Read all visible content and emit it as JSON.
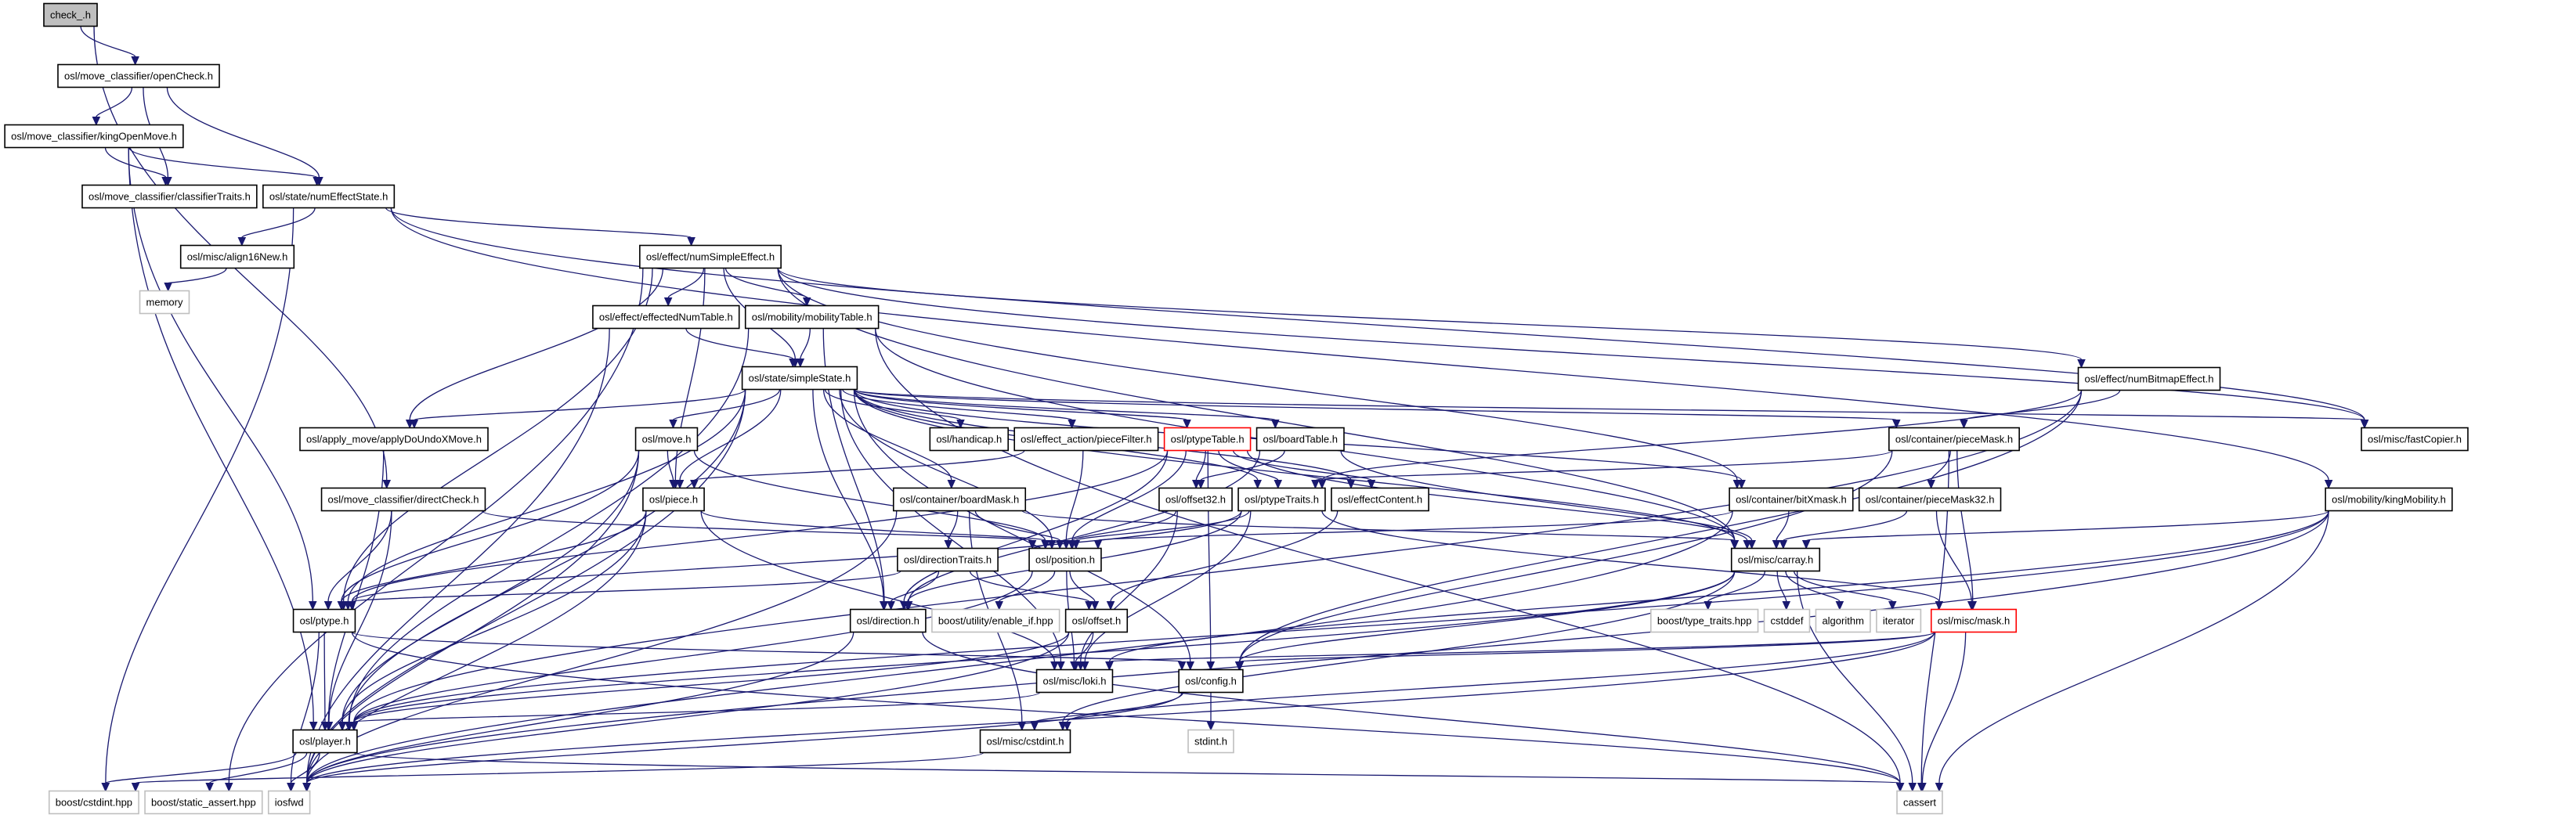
{
  "title": "check_.h include dependency graph",
  "colors": {
    "edge": "#191970",
    "root_fill": "#bfbfbf",
    "highlight_border": "#ff0000",
    "external_border": "#bfbfbf"
  },
  "nodes": [
    {
      "id": "check",
      "label": "check_.h",
      "kind": "root"
    },
    {
      "id": "openCheck",
      "label": "osl/move_classifier/openCheck.h",
      "kind": "normal"
    },
    {
      "id": "kingOpenMove",
      "label": "osl/move_classifier/kingOpenMove.h",
      "kind": "normal"
    },
    {
      "id": "classifierTraits",
      "label": "osl/move_classifier/classifierTraits.h",
      "kind": "normal"
    },
    {
      "id": "numEffectState",
      "label": "osl/state/numEffectState.h",
      "kind": "normal"
    },
    {
      "id": "align16New",
      "label": "osl/misc/align16New.h",
      "kind": "normal"
    },
    {
      "id": "memory",
      "label": "memory",
      "kind": "external"
    },
    {
      "id": "numSimpleEffect",
      "label": "osl/effect/numSimpleEffect.h",
      "kind": "normal"
    },
    {
      "id": "effectedNumTable",
      "label": "osl/effect/effectedNumTable.h",
      "kind": "normal"
    },
    {
      "id": "mobilityTable",
      "label": "osl/mobility/mobilityTable.h",
      "kind": "normal"
    },
    {
      "id": "simpleState",
      "label": "osl/state/simpleState.h",
      "kind": "normal"
    },
    {
      "id": "numBitmapEffect",
      "label": "osl/effect/numBitmapEffect.h",
      "kind": "normal"
    },
    {
      "id": "applyDoUndoXMove",
      "label": "osl/apply_move/applyDoUndoXMove.h",
      "kind": "normal"
    },
    {
      "id": "move",
      "label": "osl/move.h",
      "kind": "normal"
    },
    {
      "id": "handicap",
      "label": "osl/handicap.h",
      "kind": "normal"
    },
    {
      "id": "pieceFilter",
      "label": "osl/effect_action/pieceFilter.h",
      "kind": "normal"
    },
    {
      "id": "ptypeTable",
      "label": "osl/ptypeTable.h",
      "kind": "highlight"
    },
    {
      "id": "boardTable",
      "label": "osl/boardTable.h",
      "kind": "normal"
    },
    {
      "id": "pieceMask",
      "label": "osl/container/pieceMask.h",
      "kind": "normal"
    },
    {
      "id": "fastCopier",
      "label": "osl/misc/fastCopier.h",
      "kind": "normal"
    },
    {
      "id": "directCheck",
      "label": "osl/move_classifier/directCheck.h",
      "kind": "normal"
    },
    {
      "id": "piece",
      "label": "osl/piece.h",
      "kind": "normal"
    },
    {
      "id": "boardMask",
      "label": "osl/container/boardMask.h",
      "kind": "normal"
    },
    {
      "id": "offset32",
      "label": "osl/offset32.h",
      "kind": "normal"
    },
    {
      "id": "ptypeTraits",
      "label": "osl/ptypeTraits.h",
      "kind": "normal"
    },
    {
      "id": "effectContent",
      "label": "osl/effectContent.h",
      "kind": "normal"
    },
    {
      "id": "bitXmask",
      "label": "osl/container/bitXmask.h",
      "kind": "normal"
    },
    {
      "id": "pieceMask32",
      "label": "osl/container/pieceMask32.h",
      "kind": "normal"
    },
    {
      "id": "kingMobility",
      "label": "osl/mobility/kingMobility.h",
      "kind": "normal"
    },
    {
      "id": "directionTraits",
      "label": "osl/directionTraits.h",
      "kind": "normal"
    },
    {
      "id": "position",
      "label": "osl/position.h",
      "kind": "normal"
    },
    {
      "id": "carray",
      "label": "osl/misc/carray.h",
      "kind": "normal"
    },
    {
      "id": "ptype",
      "label": "osl/ptype.h",
      "kind": "normal"
    },
    {
      "id": "direction",
      "label": "osl/direction.h",
      "kind": "normal"
    },
    {
      "id": "enable_if",
      "label": "boost/utility/enable_if.hpp",
      "kind": "external"
    },
    {
      "id": "offset",
      "label": "osl/offset.h",
      "kind": "normal"
    },
    {
      "id": "type_traits",
      "label": "boost/type_traits.hpp",
      "kind": "external"
    },
    {
      "id": "cstddef",
      "label": "cstddef",
      "kind": "external"
    },
    {
      "id": "algorithm",
      "label": "algorithm",
      "kind": "external"
    },
    {
      "id": "iterator",
      "label": "iterator",
      "kind": "external"
    },
    {
      "id": "mask",
      "label": "osl/misc/mask.h",
      "kind": "highlight"
    },
    {
      "id": "loki",
      "label": "osl/misc/loki.h",
      "kind": "normal"
    },
    {
      "id": "config",
      "label": "osl/config.h",
      "kind": "normal"
    },
    {
      "id": "player",
      "label": "osl/player.h",
      "kind": "normal"
    },
    {
      "id": "osl_cstdint",
      "label": "osl/misc/cstdint.h",
      "kind": "normal"
    },
    {
      "id": "stdint",
      "label": "stdint.h",
      "kind": "external"
    },
    {
      "id": "boost_cstdint",
      "label": "boost/cstdint.hpp",
      "kind": "external"
    },
    {
      "id": "static_assert",
      "label": "boost/static_assert.hpp",
      "kind": "external"
    },
    {
      "id": "iosfwd",
      "label": "iosfwd",
      "kind": "external"
    },
    {
      "id": "cassert",
      "label": "cassert",
      "kind": "external"
    }
  ],
  "edges": [
    [
      "check",
      "openCheck"
    ],
    [
      "check",
      "directCheck"
    ],
    [
      "openCheck",
      "kingOpenMove"
    ],
    [
      "openCheck",
      "classifierTraits"
    ],
    [
      "openCheck",
      "numEffectState"
    ],
    [
      "kingOpenMove",
      "classifierTraits"
    ],
    [
      "kingOpenMove",
      "numEffectState"
    ],
    [
      "kingOpenMove",
      "player"
    ],
    [
      "kingOpenMove",
      "ptype"
    ],
    [
      "numEffectState",
      "align16New"
    ],
    [
      "numEffectState",
      "numSimpleEffect"
    ],
    [
      "numEffectState",
      "fastCopier"
    ],
    [
      "numEffectState",
      "kingMobility"
    ],
    [
      "numEffectState",
      "boost_cstdint"
    ],
    [
      "align16New",
      "memory"
    ],
    [
      "numSimpleEffect",
      "effectedNumTable"
    ],
    [
      "numSimpleEffect",
      "mobilityTable"
    ],
    [
      "numSimpleEffect",
      "simpleState"
    ],
    [
      "numSimpleEffect",
      "numBitmapEffect"
    ],
    [
      "numSimpleEffect",
      "fastCopier"
    ],
    [
      "numSimpleEffect",
      "applyDoUndoXMove"
    ],
    [
      "numSimpleEffect",
      "bitXmask"
    ],
    [
      "numSimpleEffect",
      "carray"
    ],
    [
      "numSimpleEffect",
      "piece"
    ],
    [
      "numSimpleEffect",
      "static_assert"
    ],
    [
      "numSimpleEffect",
      "ptype"
    ],
    [
      "effectedNumTable",
      "simpleState"
    ],
    [
      "effectedNumTable",
      "iosfwd"
    ],
    [
      "mobilityTable",
      "simpleState"
    ],
    [
      "mobilityTable",
      "direction"
    ],
    [
      "mobilityTable",
      "carray"
    ],
    [
      "mobilityTable",
      "cassert"
    ],
    [
      "mobilityTable",
      "player"
    ],
    [
      "simpleState",
      "applyDoUndoXMove"
    ],
    [
      "simpleState",
      "move"
    ],
    [
      "simpleState",
      "handicap"
    ],
    [
      "simpleState",
      "pieceFilter"
    ],
    [
      "simpleState",
      "ptypeTable"
    ],
    [
      "simpleState",
      "boardTable"
    ],
    [
      "simpleState",
      "pieceMask"
    ],
    [
      "simpleState",
      "fastCopier"
    ],
    [
      "simpleState",
      "piece"
    ],
    [
      "simpleState",
      "boardMask"
    ],
    [
      "simpleState",
      "ptypeTraits"
    ],
    [
      "simpleState",
      "effectContent"
    ],
    [
      "simpleState",
      "bitXmask"
    ],
    [
      "simpleState",
      "carray"
    ],
    [
      "simpleState",
      "position"
    ],
    [
      "simpleState",
      "direction"
    ],
    [
      "simpleState",
      "loki"
    ],
    [
      "simpleState",
      "config"
    ],
    [
      "simpleState",
      "player"
    ],
    [
      "simpleState",
      "ptype"
    ],
    [
      "simpleState",
      "iosfwd"
    ],
    [
      "numBitmapEffect",
      "pieceMask"
    ],
    [
      "numBitmapEffect",
      "ptypeTraits"
    ],
    [
      "numBitmapEffect",
      "config"
    ],
    [
      "numBitmapEffect",
      "player"
    ],
    [
      "applyDoUndoXMove",
      "player"
    ],
    [
      "move",
      "piece"
    ],
    [
      "move",
      "ptype"
    ],
    [
      "move",
      "position"
    ],
    [
      "move",
      "player"
    ],
    [
      "move",
      "iosfwd"
    ],
    [
      "pieceFilter",
      "piece"
    ],
    [
      "pieceFilter",
      "position"
    ],
    [
      "ptypeTable",
      "offset32"
    ],
    [
      "ptypeTable",
      "ptypeTraits"
    ],
    [
      "ptypeTable",
      "effectContent"
    ],
    [
      "ptypeTable",
      "position"
    ],
    [
      "ptypeTable",
      "direction"
    ],
    [
      "ptypeTable",
      "carray"
    ],
    [
      "ptypeTable",
      "config"
    ],
    [
      "ptypeTable",
      "ptype"
    ],
    [
      "boardTable",
      "offset32"
    ],
    [
      "boardTable",
      "carray"
    ],
    [
      "boardTable",
      "direction"
    ],
    [
      "pieceMask",
      "pieceMask32"
    ],
    [
      "pieceMask",
      "mask"
    ],
    [
      "pieceMask",
      "config"
    ],
    [
      "pieceMask",
      "ptypeTraits"
    ],
    [
      "pieceMask",
      "cassert"
    ],
    [
      "pieceMask32",
      "mask"
    ],
    [
      "pieceMask32",
      "carray"
    ],
    [
      "kingMobility",
      "carray"
    ],
    [
      "kingMobility",
      "player"
    ],
    [
      "kingMobility",
      "loki"
    ],
    [
      "kingMobility",
      "cassert"
    ],
    [
      "kingMobility",
      "iosfwd"
    ],
    [
      "directCheck",
      "ptype"
    ],
    [
      "directCheck",
      "player"
    ],
    [
      "directCheck",
      "position"
    ],
    [
      "piece",
      "ptype"
    ],
    [
      "piece",
      "player"
    ],
    [
      "piece",
      "position"
    ],
    [
      "piece",
      "loki"
    ],
    [
      "piece",
      "iosfwd"
    ],
    [
      "boardMask",
      "directionTraits"
    ],
    [
      "boardMask",
      "position"
    ],
    [
      "boardMask",
      "carray"
    ],
    [
      "boardMask",
      "osl_cstdint"
    ],
    [
      "boardMask",
      "iosfwd"
    ],
    [
      "offset32",
      "position"
    ],
    [
      "offset32",
      "loki"
    ],
    [
      "ptypeTraits",
      "position"
    ],
    [
      "ptypeTraits",
      "direction"
    ],
    [
      "ptypeTraits",
      "ptype"
    ],
    [
      "ptypeTraits",
      "loki"
    ],
    [
      "ptypeTraits",
      "mask"
    ],
    [
      "effectContent",
      "offset"
    ],
    [
      "bitXmask",
      "carray"
    ],
    [
      "bitXmask",
      "position"
    ],
    [
      "bitXmask",
      "iosfwd"
    ],
    [
      "directionTraits",
      "direction"
    ],
    [
      "directionTraits",
      "offset"
    ],
    [
      "directionTraits",
      "ptype"
    ],
    [
      "position",
      "offset"
    ],
    [
      "position",
      "loki"
    ],
    [
      "position",
      "enable_if"
    ],
    [
      "position",
      "player"
    ],
    [
      "carray",
      "type_traits"
    ],
    [
      "carray",
      "cstddef"
    ],
    [
      "carray",
      "algorithm"
    ],
    [
      "carray",
      "iterator"
    ],
    [
      "carray",
      "config"
    ],
    [
      "carray",
      "cassert"
    ],
    [
      "carray",
      "player"
    ],
    [
      "carray",
      "osl_cstdint"
    ],
    [
      "ptype",
      "player"
    ],
    [
      "ptype",
      "config"
    ],
    [
      "ptype",
      "iosfwd"
    ],
    [
      "ptype",
      "cassert"
    ],
    [
      "direction",
      "iosfwd"
    ],
    [
      "direction",
      "cassert"
    ],
    [
      "offset",
      "loki"
    ],
    [
      "offset",
      "player"
    ],
    [
      "offset",
      "iosfwd"
    ],
    [
      "mask",
      "config"
    ],
    [
      "mask",
      "osl_cstdint"
    ],
    [
      "mask",
      "loki"
    ],
    [
      "mask",
      "cassert"
    ],
    [
      "mask",
      "iosfwd"
    ],
    [
      "loki",
      "player"
    ],
    [
      "config",
      "stdint"
    ],
    [
      "config",
      "osl_cstdint"
    ],
    [
      "config",
      "iosfwd"
    ],
    [
      "player",
      "boost_cstdint"
    ],
    [
      "player",
      "static_assert"
    ],
    [
      "player",
      "iosfwd"
    ],
    [
      "player",
      "cassert"
    ],
    [
      "osl_cstdint",
      "boost_cstdint"
    ]
  ]
}
